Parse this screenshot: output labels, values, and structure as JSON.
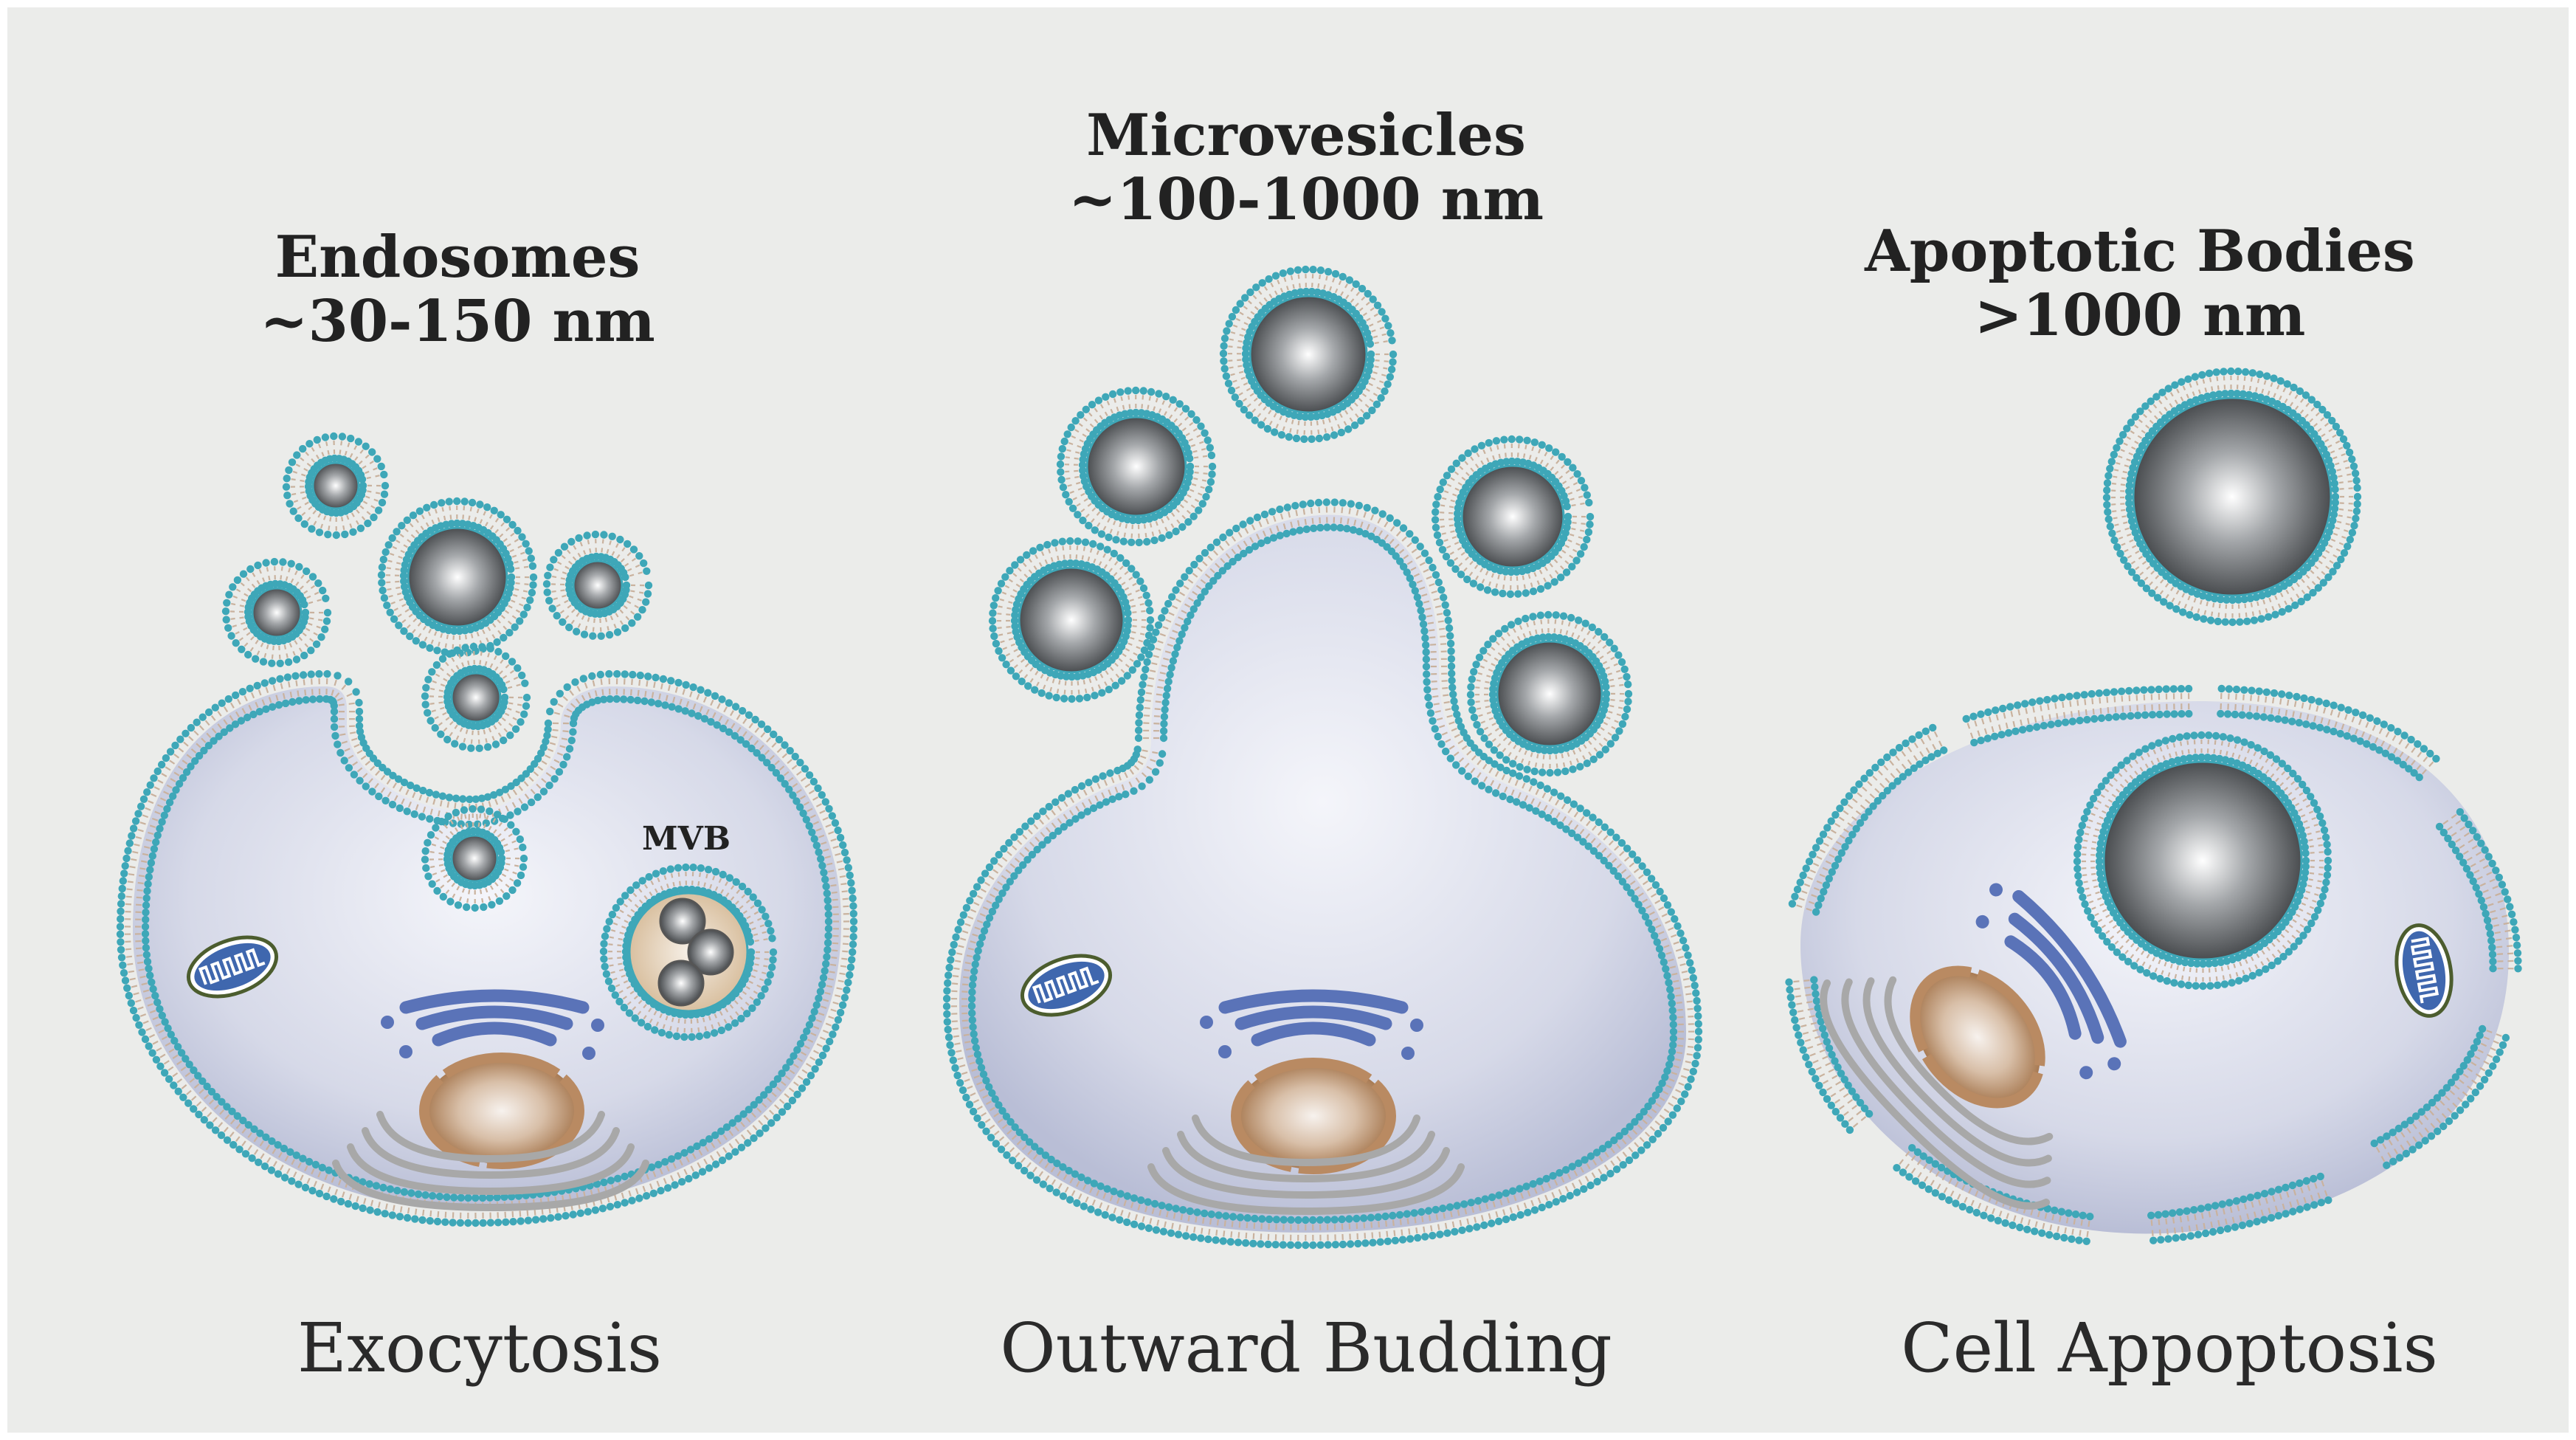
{
  "colors": {
    "background": "#ebecea",
    "lipid_head": "#3ea7b8",
    "lipid_tail": "#c9b29e",
    "cytoplasm": "#cfd4e4",
    "vesicle_core": "#6a6d70",
    "nucleus": "#b98a62",
    "golgi": "#5a73b8",
    "er": "#a8a8a8",
    "mitochondrion": "#3f67ae"
  },
  "panels": [
    {
      "heading_line1": "Endosomes",
      "heading_line2": "~30-150 nm",
      "caption": "Exocytosis",
      "mvb_label": "MVB"
    },
    {
      "heading_line1": "Microvesicles",
      "heading_line2": "~100-1000 nm",
      "caption": "Outward Budding"
    },
    {
      "heading_line1": "Apoptotic Bodies",
      "heading_line2": ">1000 nm",
      "caption": "Cell Appoptosis"
    }
  ]
}
